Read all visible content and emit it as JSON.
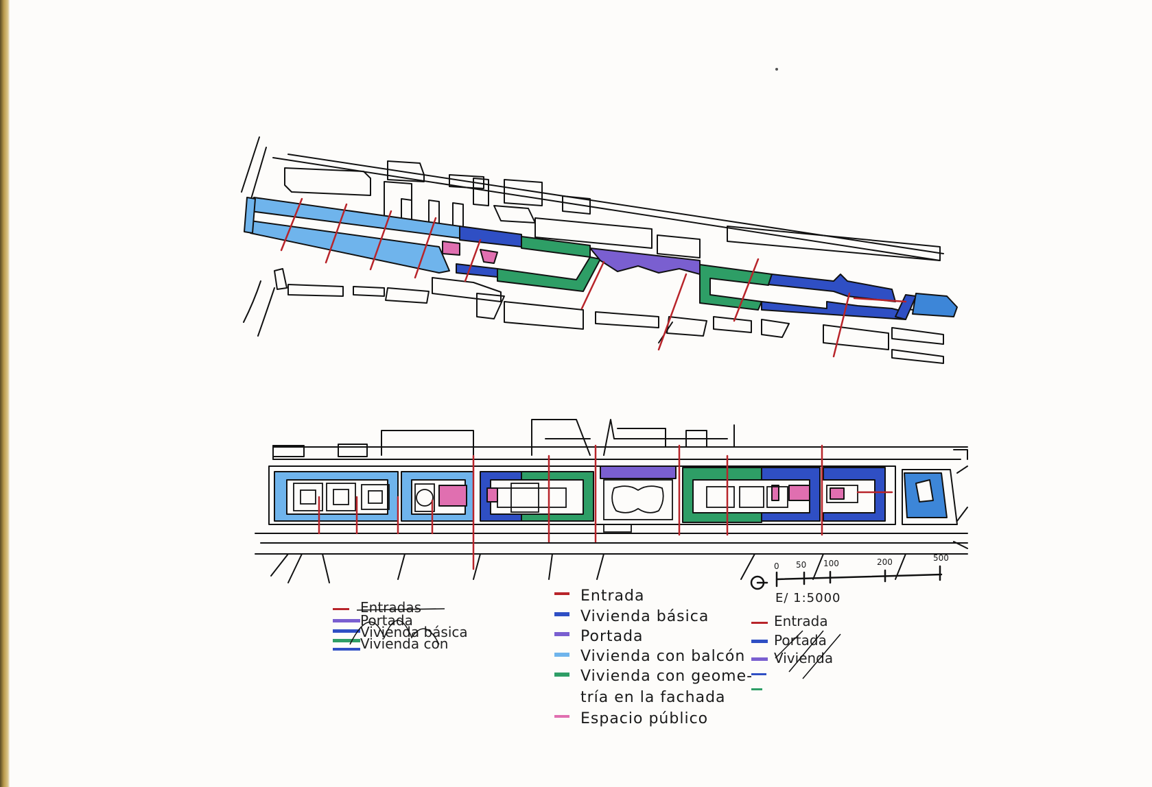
{
  "colors": {
    "entrada": "#b8242a",
    "vivienda_basica": "#2f4fc4",
    "portada": "#7a5fd0",
    "vivienda_balcon": "#6fb4ec",
    "vivienda_geometria": "#2e9e66",
    "espacio_publico": "#e06fb0",
    "ink": "#111111"
  },
  "legend_main": [
    {
      "label": "Entrada",
      "color": "#b8242a",
      "thin": true
    },
    {
      "label": "Vivienda básica",
      "color": "#2f4fc4",
      "thin": false
    },
    {
      "label": "Portada",
      "color": "#7a5fd0",
      "thin": false
    },
    {
      "label": "Vivienda con balcón",
      "color": "#6fb4ec",
      "thin": false
    },
    {
      "label": "Vivienda con geome-",
      "label2": "tría en la fachada",
      "color": "#2e9e66",
      "thin": false
    },
    {
      "label": "Espacio público",
      "color": "#e06fb0",
      "thin": true
    }
  ],
  "legend_crossed_left": {
    "lines": [
      "Entradas",
      "Portada",
      "Vivienda básica",
      "Vivienda con"
    ]
  },
  "legend_crossed_right": {
    "lines": [
      "Entrada",
      "Portada",
      "Vivienda"
    ]
  },
  "scale": {
    "ticks": [
      "0",
      "50",
      "100",
      "200",
      "500"
    ],
    "label": "E/ 1:5000"
  }
}
